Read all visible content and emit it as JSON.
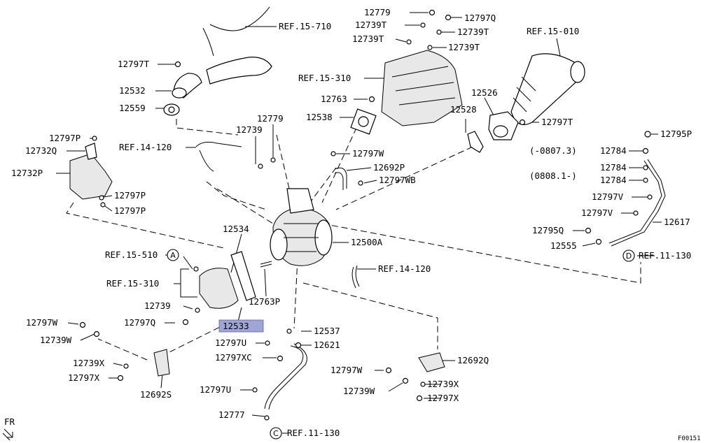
{
  "parts": [
    {
      "id": "p12779a",
      "text": "12779"
    },
    {
      "id": "p12797Qa",
      "text": "12797Q"
    },
    {
      "id": "p12739Ta",
      "text": "12739T"
    },
    {
      "id": "p12739Tb",
      "text": "12739T"
    },
    {
      "id": "p12739Tc",
      "text": "12739T"
    },
    {
      "id": "p12739Td",
      "text": "12739T"
    },
    {
      "id": "pREF15710",
      "text": "REF.15-710"
    },
    {
      "id": "pREF15010",
      "text": "REF.15-010"
    },
    {
      "id": "p12797Ta",
      "text": "12797T"
    },
    {
      "id": "pREF15310a",
      "text": "REF.15-310"
    },
    {
      "id": "p12532",
      "text": "12532"
    },
    {
      "id": "p12763",
      "text": "12763"
    },
    {
      "id": "p12526",
      "text": "12526"
    },
    {
      "id": "p12559",
      "text": "12559"
    },
    {
      "id": "p12779b",
      "text": "12779"
    },
    {
      "id": "p12538",
      "text": "12538"
    },
    {
      "id": "p12528",
      "text": "12528"
    },
    {
      "id": "p12797Tb",
      "text": "12797T"
    },
    {
      "id": "p12739",
      "text": "12739"
    },
    {
      "id": "p12795Pa",
      "text": "12795P"
    },
    {
      "id": "p12797Pa",
      "text": "12797P"
    },
    {
      "id": "pREF14120a",
      "text": "REF.14-120"
    },
    {
      "id": "p12732Q",
      "text": "12732Q"
    },
    {
      "id": "p12797W",
      "text": "12797W"
    },
    {
      "id": "p0807",
      "text": "(-0807.3)"
    },
    {
      "id": "p12784a",
      "text": "12784"
    },
    {
      "id": "p12692P",
      "text": "12692P"
    },
    {
      "id": "p12784b",
      "text": "12784"
    },
    {
      "id": "p12732P",
      "text": "12732P"
    },
    {
      "id": "p0808",
      "text": "(0808.1-)"
    },
    {
      "id": "p12784c",
      "text": "12784"
    },
    {
      "id": "p12797WB",
      "text": "12797WB"
    },
    {
      "id": "p12797Pb",
      "text": "12797P"
    },
    {
      "id": "p12797Va",
      "text": "12797V"
    },
    {
      "id": "p12797Pc",
      "text": "12797P"
    },
    {
      "id": "p12797Vb",
      "text": "12797V"
    },
    {
      "id": "p12617",
      "text": "12617"
    },
    {
      "id": "p12534",
      "text": "12534"
    },
    {
      "id": "p12795Qa",
      "text": "12795Q"
    },
    {
      "id": "p12500A",
      "text": "12500A"
    },
    {
      "id": "p12555",
      "text": "12555"
    },
    {
      "id": "pREF15510",
      "text": "REF.15-510"
    },
    {
      "id": "pREF11130a",
      "text": "REF.11-130"
    },
    {
      "id": "pREF14120b",
      "text": "REF.14-120"
    },
    {
      "id": "pREF15310b",
      "text": "REF.15-310"
    },
    {
      "id": "p12763P",
      "text": "12763P"
    },
    {
      "id": "p12739b",
      "text": "12739"
    },
    {
      "id": "p12797Wb",
      "text": "12797W"
    },
    {
      "id": "p12797Qb",
      "text": "12797Q"
    },
    {
      "id": "p12533",
      "text": "12533"
    },
    {
      "id": "p12537",
      "text": "12537"
    },
    {
      "id": "p12739W",
      "text": "12739W"
    },
    {
      "id": "p12797U",
      "text": "12797U"
    },
    {
      "id": "p12621",
      "text": "12621"
    },
    {
      "id": "p12797XC",
      "text": "12797XC"
    },
    {
      "id": "p12692Q",
      "text": "12692Q"
    },
    {
      "id": "p12739X",
      "text": "12739X"
    },
    {
      "id": "p12797Wc",
      "text": "12797W"
    },
    {
      "id": "p12797X",
      "text": "12797X"
    },
    {
      "id": "p12739Xb",
      "text": "12739X"
    },
    {
      "id": "p12692S",
      "text": "12692S"
    },
    {
      "id": "p12797Ub",
      "text": "12797U"
    },
    {
      "id": "p12739Wb",
      "text": "12739W"
    },
    {
      "id": "p12797Xb",
      "text": "12797X"
    },
    {
      "id": "p12777",
      "text": "12777"
    },
    {
      "id": "pREF11130b",
      "text": "REF.11-130"
    }
  ],
  "callouts": {
    "A": "A",
    "C": "C",
    "D": "D"
  },
  "corner": {
    "fr": "FR",
    "code": "F00151"
  },
  "highlight_part": "12533"
}
